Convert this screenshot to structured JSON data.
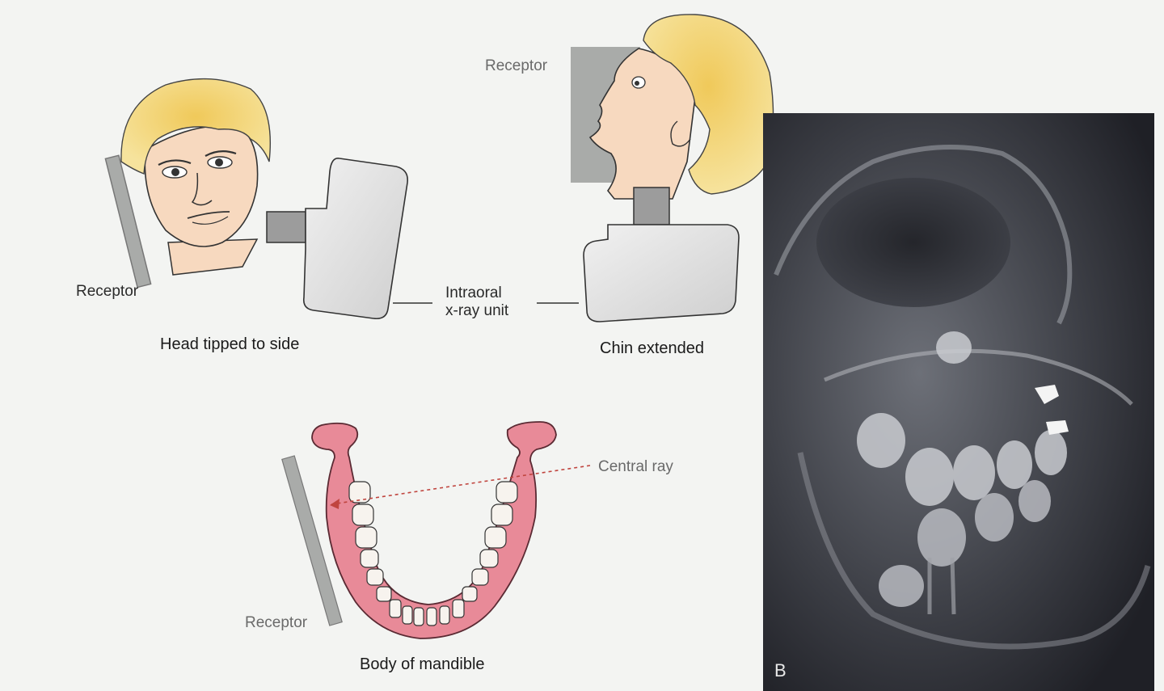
{
  "panel_a": {
    "left_figure": {
      "receptor_label": "Receptor",
      "caption": "Head tipped to side"
    },
    "right_figure": {
      "receptor_label": "Receptor",
      "caption": "Chin extended"
    },
    "shared_label": "Intraoral\nx-ray unit",
    "mandible_figure": {
      "central_ray_label": "Central ray",
      "receptor_label": "Receptor",
      "caption": "Body of mandible"
    }
  },
  "panel_b": {
    "letter": "B"
  },
  "colors": {
    "hair": "#f2d77a",
    "skin": "#f7d9bf",
    "receptor_plate": "#a9aba9",
    "xray_unit": "#e3e3e3",
    "mandible": "#e88a98",
    "central_ray": "#c0453f",
    "radiograph_bg": "#2c2d33"
  }
}
